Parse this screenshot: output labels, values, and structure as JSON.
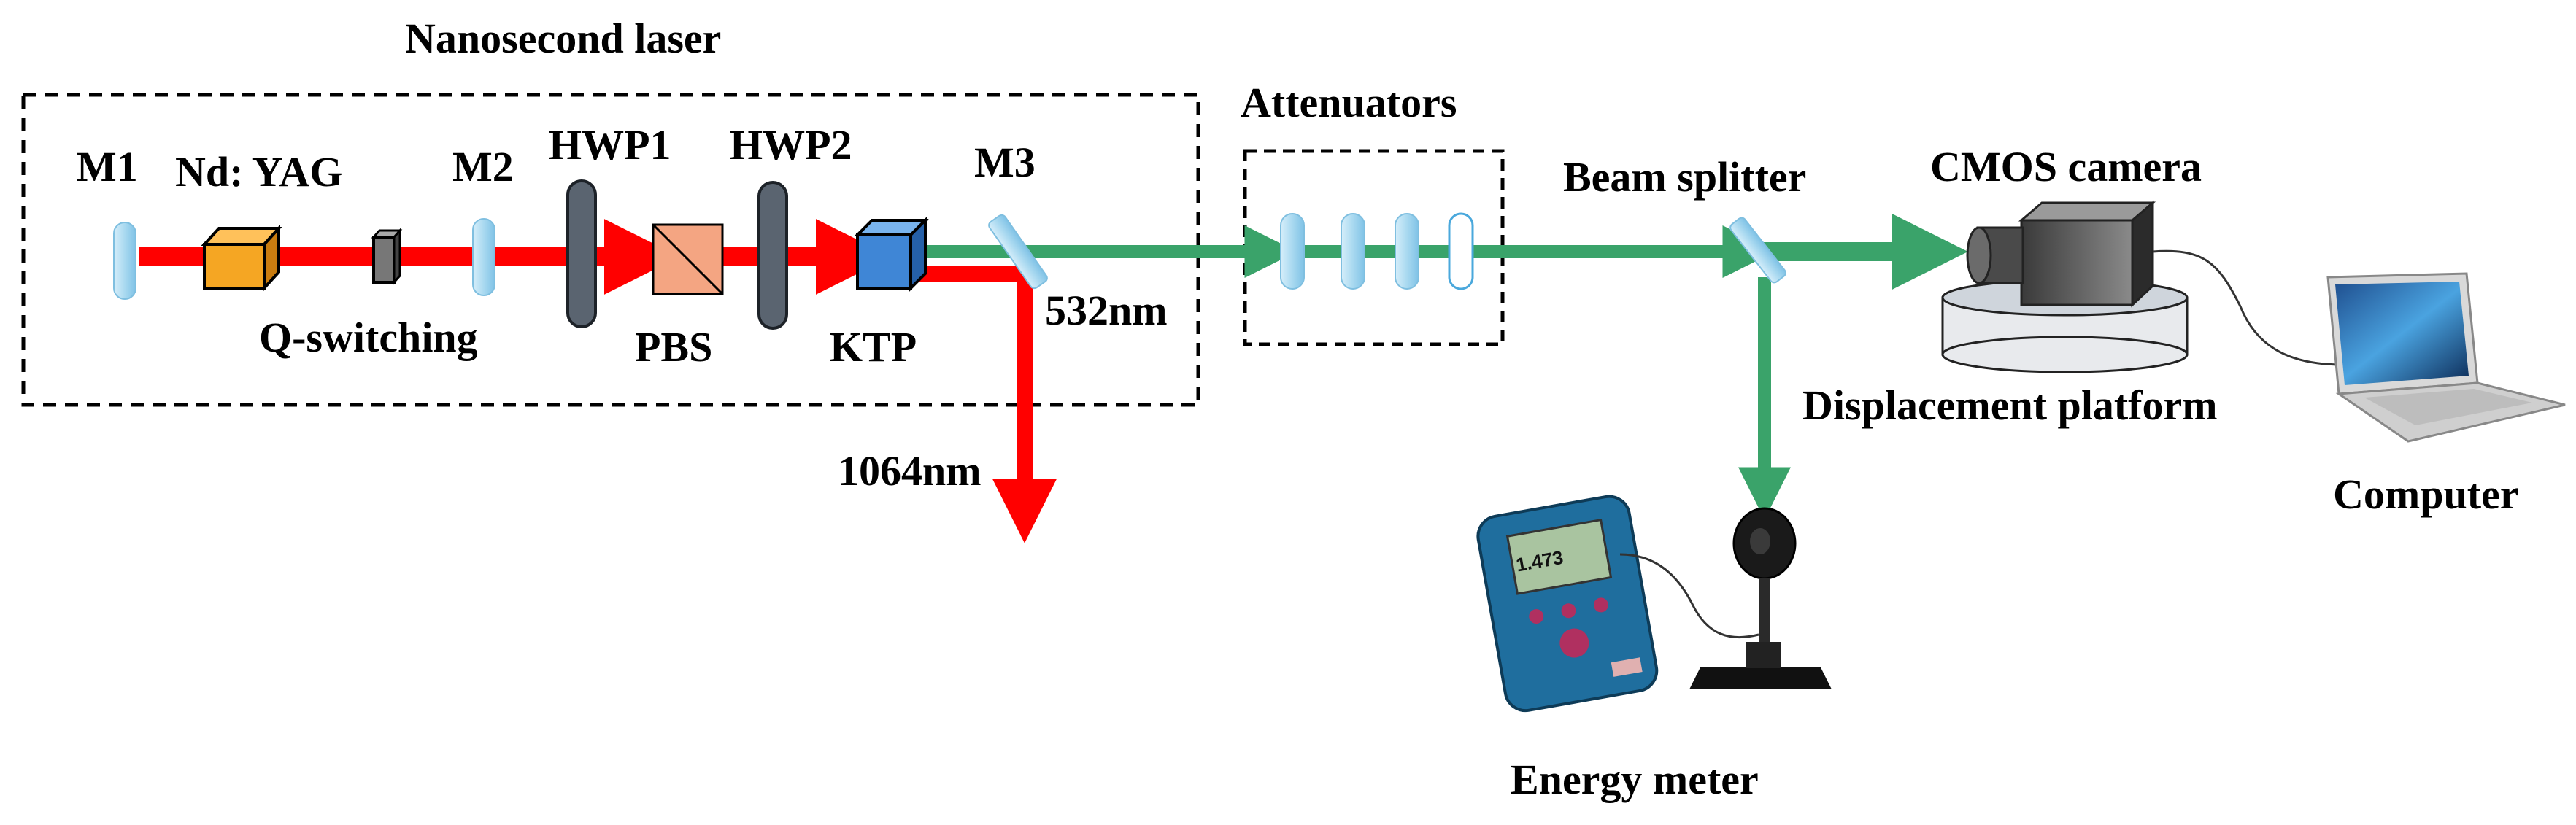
{
  "labels": {
    "nanosecond_laser": "Nanosecond laser",
    "m1": "M1",
    "nd_yag": "Nd: YAG",
    "m2": "M2",
    "hwp1": "HWP1",
    "hwp2": "HWP2",
    "m3": "M3",
    "q_switching": "Q-switching",
    "pbs": "PBS",
    "ktp": "KTP",
    "wl_532": "532nm",
    "wl_1064": "1064nm",
    "attenuators": "Attenuators",
    "beam_splitter": "Beam splitter",
    "cmos_camera": "CMOS camera",
    "displacement_platform": "Displacement platform",
    "computer": "Computer",
    "energy_meter": "Energy meter"
  },
  "meter_display": "1.473",
  "colors": {
    "laser_1064": "#ff0000",
    "laser_532": "#3aa36a",
    "mirror": "#a9d9f0",
    "nd_yag_crystal": "#f5a623",
    "ktp_crystal": "#3f86d6",
    "pbs_cube": "#f4a582",
    "waveplate": "#5a6470"
  }
}
